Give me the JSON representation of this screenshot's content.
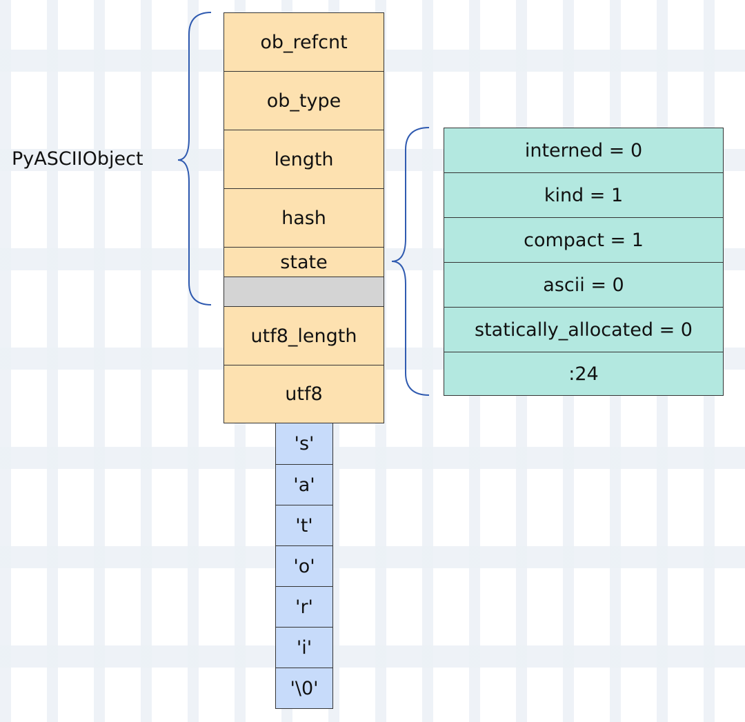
{
  "object_label": "PyASCIIObject",
  "struct_fields": [
    "ob_refcnt",
    "ob_type",
    "length",
    "hash",
    "state",
    "",
    "utf8_length",
    "utf8"
  ],
  "state_bits": [
    "interned = 0",
    "kind = 1",
    "compact = 1",
    "ascii = 0",
    "statically_allocated = 0",
    ":24"
  ],
  "chars": [
    "'s'",
    "'a'",
    "'t'",
    "'o'",
    "'r'",
    "'i'",
    "'\\0'"
  ],
  "colors": {
    "struct_fill": "#fde1b0",
    "padding_fill": "#d4d4d4",
    "state_fill": "#b3e8e0",
    "char_fill": "#c7dbfa",
    "brace": "#2f5ab0"
  }
}
